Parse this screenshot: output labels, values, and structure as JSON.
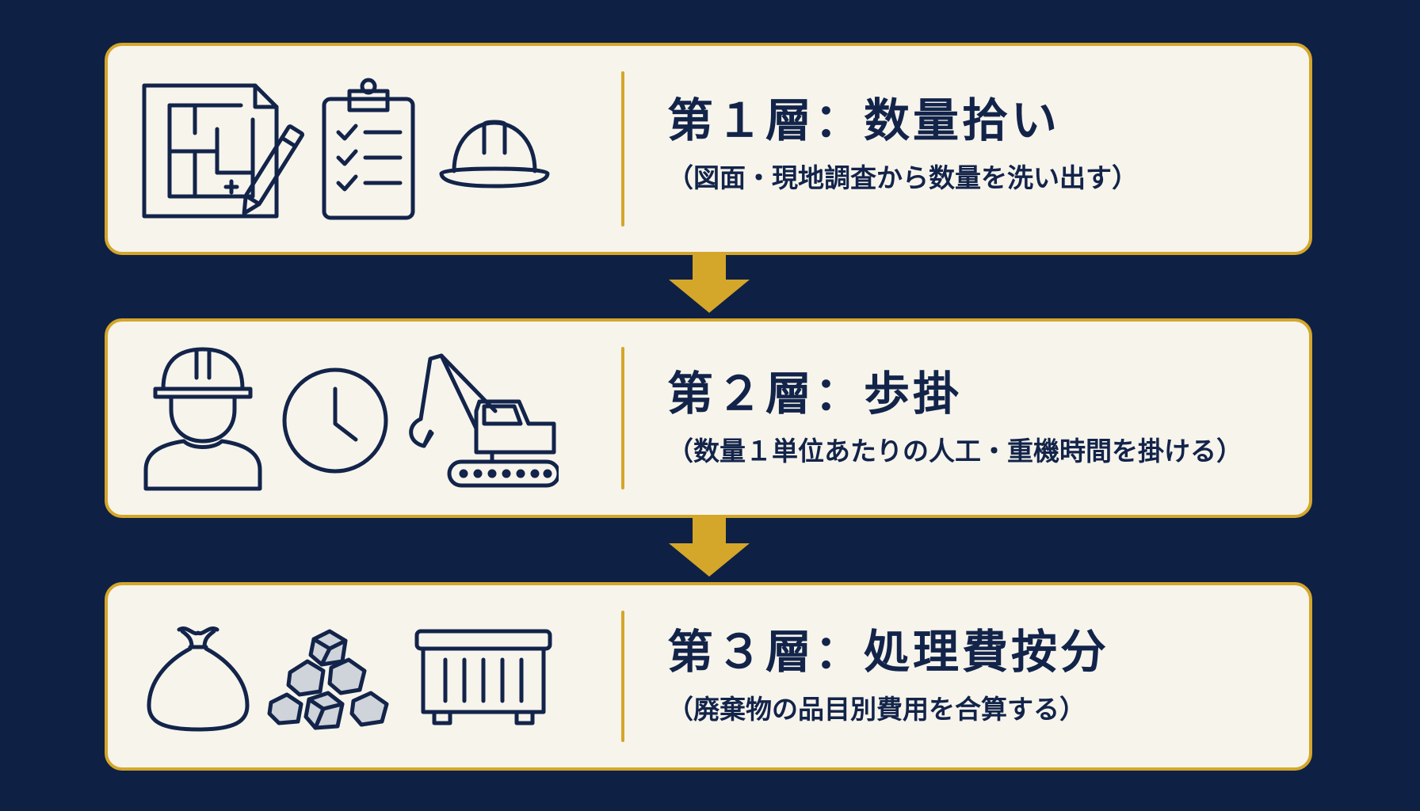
{
  "colors": {
    "background": "#0e2044",
    "card": "#f7f4ec",
    "accent": "#d4a62a",
    "ink": "#13244a"
  },
  "layers": [
    {
      "title": "第１層：数量拾い",
      "subtitle": "（図面・現地調査から数量を洗い出す）",
      "icons": [
        "blueprint-pencil-icon",
        "clipboard-checklist-icon",
        "hard-hat-icon"
      ]
    },
    {
      "title": "第２層：歩掛",
      "subtitle": "（数量１単位あたりの人工・重機時間を掛ける）",
      "icons": [
        "worker-icon",
        "clock-icon",
        "excavator-icon"
      ]
    },
    {
      "title": "第３層：処理費按分",
      "subtitle": "（廃棄物の品目別費用を合算する）",
      "icons": [
        "waste-bag-icon",
        "rubble-pile-icon",
        "dumpster-icon"
      ]
    }
  ],
  "arrows": [
    "arrow-down-icon",
    "arrow-down-icon"
  ]
}
